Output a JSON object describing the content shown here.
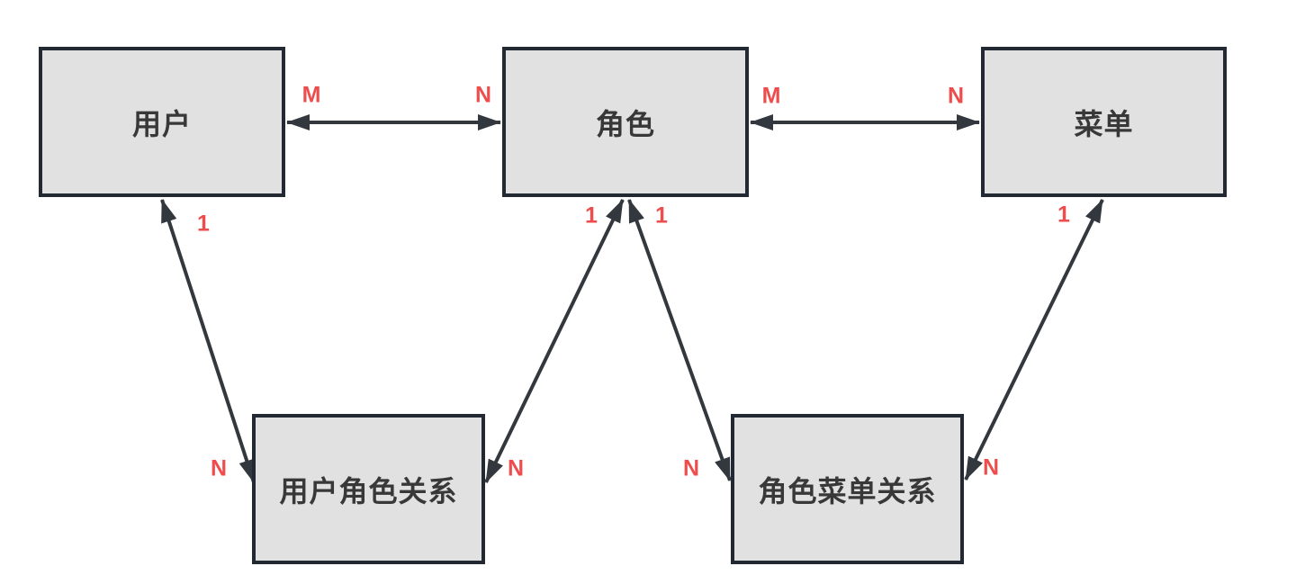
{
  "colors": {
    "background": "#ffffff",
    "entity_fill": "#e1e1e1",
    "entity_border": "#222933",
    "entity_text": "#383838",
    "connector": "#33383f",
    "cardinality_label": "#ed4d4d"
  },
  "entities": {
    "user": {
      "label": "用户"
    },
    "role": {
      "label": "角色"
    },
    "menu": {
      "label": "菜单"
    },
    "user_role": {
      "label": "用户角色关系"
    },
    "role_menu": {
      "label": "角色菜单关系"
    }
  },
  "cardinalities": {
    "user_role_m": "M",
    "user_role_n": "N",
    "role_menu_m": "M",
    "role_menu_n": "N",
    "user_one": "1",
    "role_one_left": "1",
    "role_one_right": "1",
    "menu_one": "1",
    "user_role_rel_left_n": "N",
    "user_role_rel_right_n": "N",
    "role_menu_rel_left_n": "N",
    "role_menu_rel_right_n": "N"
  },
  "relationships": [
    {
      "from": "用户",
      "to": "角色",
      "type": "M:N"
    },
    {
      "from": "角色",
      "to": "菜单",
      "type": "M:N"
    },
    {
      "from": "用户",
      "to": "用户角色关系",
      "type": "1:N"
    },
    {
      "from": "角色",
      "to": "用户角色关系",
      "type": "1:N"
    },
    {
      "from": "角色",
      "to": "角色菜单关系",
      "type": "1:N"
    },
    {
      "from": "菜单",
      "to": "角色菜单关系",
      "type": "1:N"
    }
  ]
}
